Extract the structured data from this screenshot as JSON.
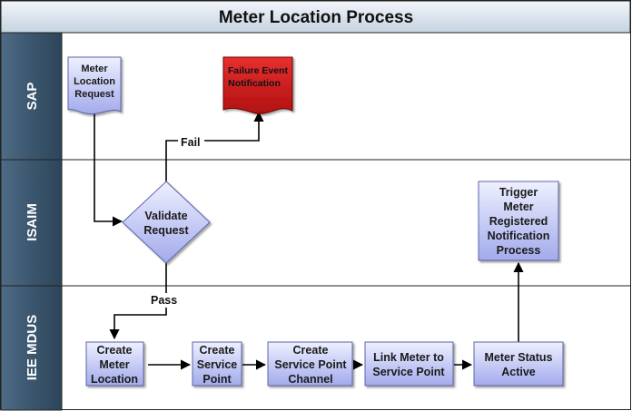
{
  "title": "Meter Location Process",
  "lanes": [
    {
      "id": "sap",
      "label": "SAP"
    },
    {
      "id": "isaim",
      "label": "ISAIM"
    },
    {
      "id": "mdus",
      "label": "IEE MDUS"
    }
  ],
  "nodes": {
    "meter_location_request": [
      "Meter",
      "Location",
      "Request"
    ],
    "failure_event_notification": [
      "Failure Event",
      "Notification"
    ],
    "validate_request": [
      "Validate",
      "Request"
    ],
    "trigger_notification": [
      "Trigger",
      "Meter",
      "Registered",
      "Notification",
      "Process"
    ],
    "create_meter_location": [
      "Create",
      "Meter",
      "Location"
    ],
    "create_service_point": [
      "Create",
      "Service",
      "Point"
    ],
    "create_service_point_channel": [
      "Create",
      "Service Point",
      "Channel"
    ],
    "link_meter": [
      "Link Meter to",
      "Service Point"
    ],
    "meter_status_active": [
      "Meter Status",
      "Active"
    ]
  },
  "edge_labels": {
    "fail": "Fail",
    "pass": "Pass"
  },
  "colors": {
    "lane_header": "#3f5a72",
    "title_bg_top": "#eef3f7",
    "title_bg_bottom": "#c9d6e2",
    "box_fill_top": "#e4e8ff",
    "box_fill_bottom": "#a4acec",
    "box_stroke": "#5c64a8",
    "failure_fill": "#d41c1c",
    "arrow": "#000000"
  }
}
